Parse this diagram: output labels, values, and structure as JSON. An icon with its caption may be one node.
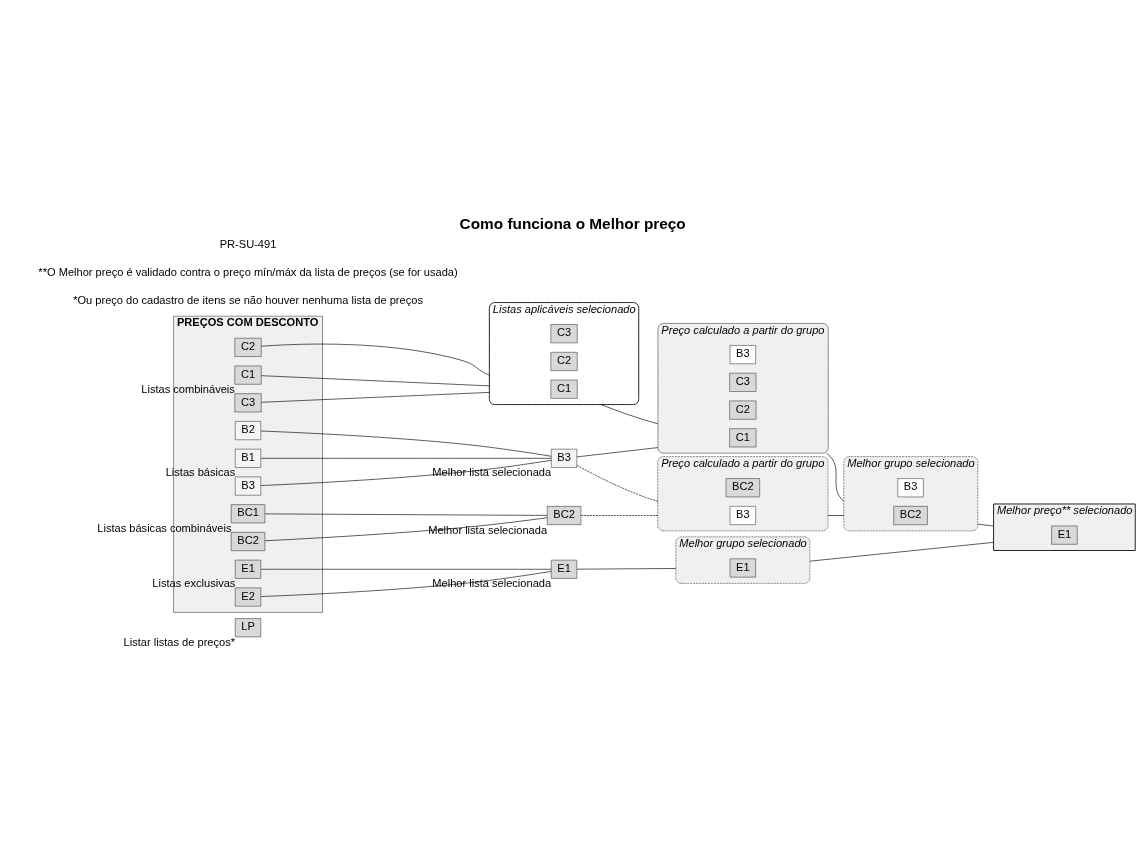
{
  "diagram": {
    "title": "Como funciona o Melhor preço",
    "nodes": [
      {
        "text": [
          "LP"
        ],
        "beside": [
          "Listar listas de preços*"
        ]
      },
      {
        "text": [
          "PREÇOS COM DESCONTO"
        ]
      },
      {
        "text": [
          "B1"
        ],
        "in": 1,
        "beside": [
          "Listas básicas"
        ]
      },
      {
        "text": [
          "B2"
        ],
        "in": 1
      },
      {
        "text": [
          "B3"
        ],
        "in": 1
      },
      {
        "text": [
          "C1"
        ],
        "in": 1,
        "beside": [
          "Listas combináveis"
        ]
      },
      {
        "text": [
          "C2"
        ],
        "in": 1
      },
      {
        "text": [
          "C3"
        ],
        "in": 1
      },
      {
        "text": [
          "BC1"
        ],
        "in": 1,
        "beside": [
          "Listas básicas combináveis"
        ]
      },
      {
        "text": [
          "BC2"
        ],
        "in": 1
      },
      {
        "text": [
          "E1"
        ],
        "in": 1,
        "beside": [
          "Listas exclusivas"
        ]
      },
      {
        "text": [
          "E2"
        ],
        "in": 1
      },
      {
        "text": [
          "B3"
        ],
        "beside": [
          "Melhor lista selecionada"
        ]
      },
      {
        "text": [
          "Listas aplicáveis selecionado"
        ]
      },
      {
        "text": [
          "C1"
        ],
        "in": 13
      },
      {
        "text": [
          "C2"
        ],
        "in": 13
      },
      {
        "text": [
          "C3"
        ],
        "in": 13
      },
      {
        "text": [
          "BC2"
        ],
        "beside": [
          "Melhor lista selecionada"
        ]
      },
      {
        "text": [
          "E1"
        ],
        "beside": [
          "Melhor lista selecionada"
        ]
      },
      {
        "text": [
          "Preço calculado a partir do grupo"
        ]
      },
      {
        "text": [
          "C1"
        ],
        "in": 19
      },
      {
        "text": [
          "C2"
        ],
        "in": 19
      },
      {
        "text": [
          "C3"
        ],
        "in": 19
      },
      {
        "text": [
          "B3"
        ],
        "in": 19
      },
      {
        "text": [
          "Preço calculado a partir do grupo"
        ]
      },
      {
        "text": [
          "B3"
        ],
        "in": 24
      },
      {
        "text": [
          "BC2"
        ],
        "in": 24
      },
      {
        "text": [
          "Melhor preço** selecionado"
        ]
      },
      {
        "text": [
          "E1"
        ],
        "in": 27
      },
      {
        "text": [
          "Melhor grupo selecionado"
        ]
      },
      {
        "text": [
          "BC2"
        ],
        "in": 29
      },
      {
        "text": [
          "B3"
        ],
        "in": 29
      },
      {
        "text": [
          "Melhor grupo selecionado"
        ]
      },
      {
        "text": [
          "E1"
        ],
        "in": 32
      }
    ],
    "edges": [
      {
        "from": 2,
        "to": 12,
        "arrow": "none"
      },
      {
        "from": 3,
        "to": 12,
        "arrow": "none"
      },
      {
        "from": 4,
        "to": 12,
        "arrow": "none"
      },
      {
        "from": 5,
        "to": 13,
        "arrow": "none"
      },
      {
        "from": 6,
        "to": 13,
        "arrow": "none"
      },
      {
        "from": 7,
        "to": 13,
        "arrow": "none"
      },
      {
        "from": 8,
        "to": 17,
        "arrow": "none"
      },
      {
        "from": 9,
        "to": 17,
        "arrow": "none"
      },
      {
        "from": 10,
        "to": 18,
        "arrow": "none"
      },
      {
        "from": 11,
        "to": 18,
        "arrow": "none"
      },
      {
        "from": 12,
        "to": 19,
        "arrow": "none"
      },
      {
        "from": 13,
        "to": 19,
        "arrow": "none"
      },
      {
        "from": 12,
        "to": 24,
        "arrow": "none",
        "style": "dashed"
      },
      {
        "from": 17,
        "to": 24,
        "arrow": "none",
        "style": "dashed"
      },
      {
        "from": 19,
        "to": 29,
        "arrow": "none"
      },
      {
        "from": 24,
        "to": 29,
        "arrow": "none"
      },
      {
        "from": 18,
        "to": 32,
        "arrow": "none"
      },
      {
        "from": 29,
        "to": 27,
        "arrow": "none"
      },
      {
        "from": 32,
        "to": 27,
        "arrow": "none"
      }
    ],
    "labels": [
      "*Ou preço do cadastro de itens se não houver nenhuma lista de preços",
      "**O Melhor preço é validado contra o preço mín/máx da lista de preços (se for usada)",
      "PR-SU-491"
    ]
  }
}
